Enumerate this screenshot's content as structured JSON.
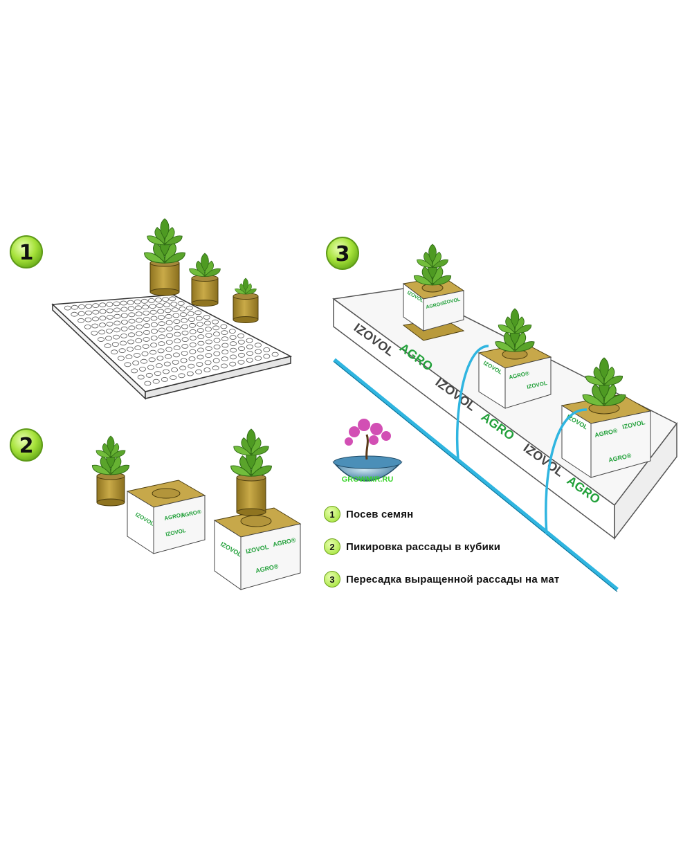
{
  "steps": [
    {
      "number": "1",
      "label": "Посев семян"
    },
    {
      "number": "2",
      "label": "Пикировка рассады в кубики"
    },
    {
      "number": "3",
      "label": "Пересадка выращенной рассады на мат"
    }
  ],
  "brand": {
    "name_left": "IZOVOL",
    "name_right": "AGRO",
    "mark": "®"
  },
  "watermark": "GROWMIR.RU",
  "colors": {
    "badge_green": "#8fd52a",
    "plug_tan": "#b99a3b",
    "leaf_green": "#4c9a25",
    "agro_green": "#22a03a",
    "water_blue": "#2fb5e0"
  }
}
